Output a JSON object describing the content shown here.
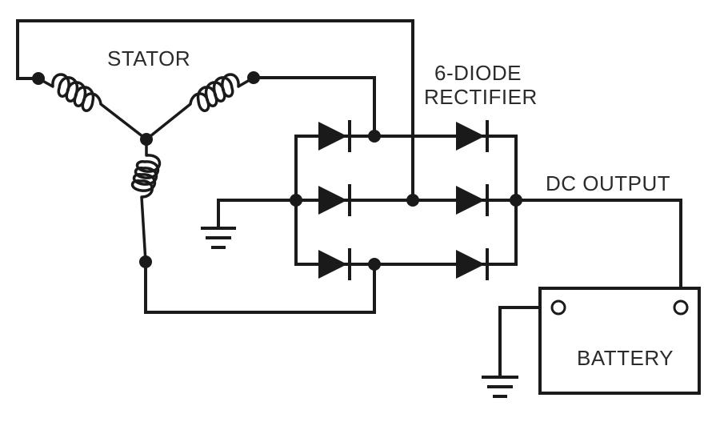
{
  "labels": {
    "stator": "STATOR",
    "rectifier_line1": "6-DIODE",
    "rectifier_line2": "RECTIFIER",
    "dc_output": "DC OUTPUT",
    "battery": "BATTERY"
  },
  "colors": {
    "ink": "#1a1a1a",
    "background": "#ffffff"
  },
  "components": {
    "diode_count": 6,
    "stator_windings": 3,
    "ground_symbols": 2,
    "battery_terminals": 2
  }
}
